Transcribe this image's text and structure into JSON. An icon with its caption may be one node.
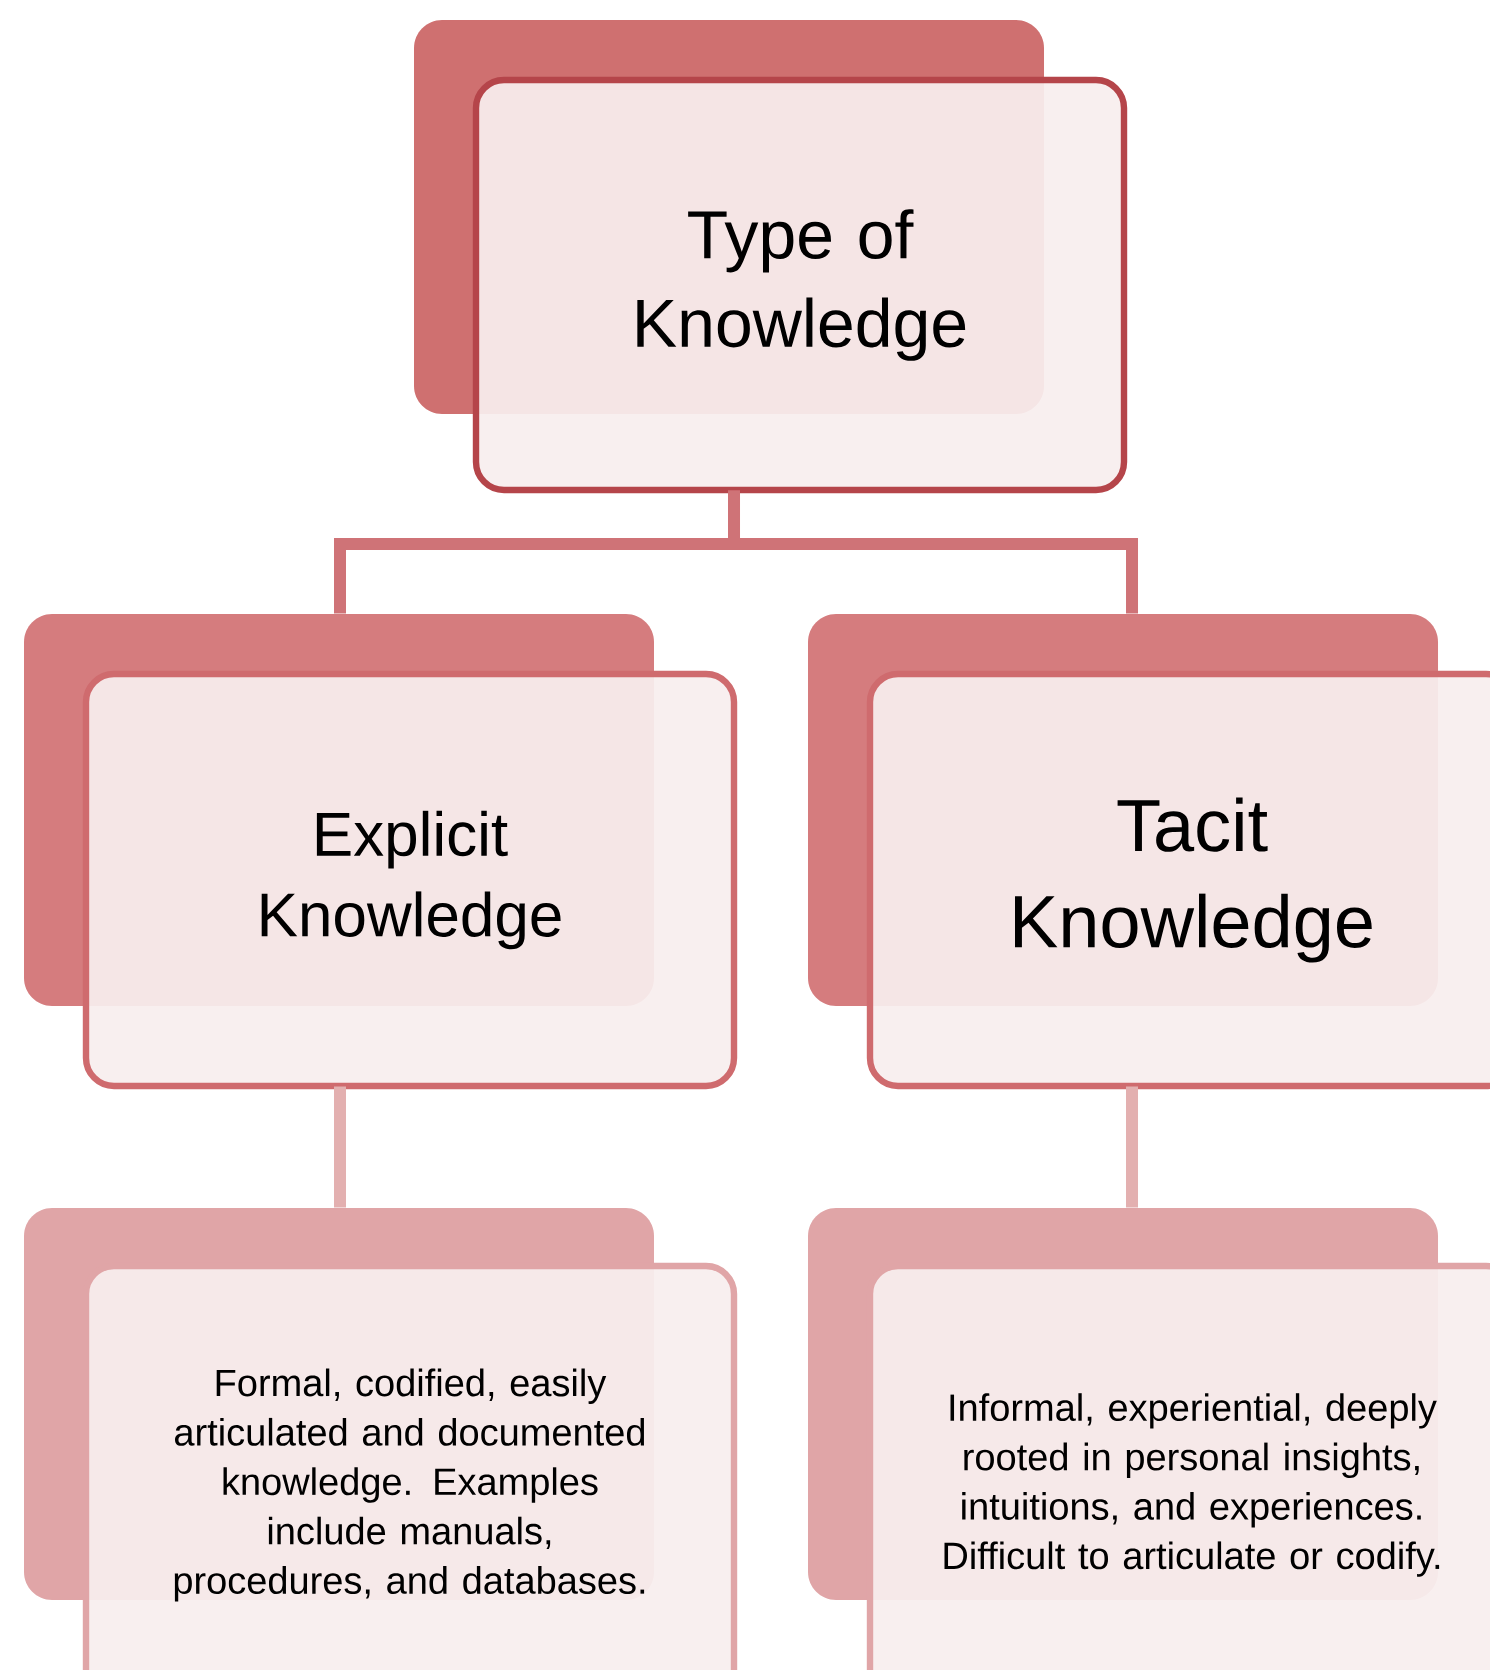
{
  "diagram": {
    "nodes": [
      {
        "text": [
          "Type of Knowledge"
        ]
      },
      {
        "text": [
          "Explicit Knowledge"
        ]
      },
      {
        "text": [
          "Tacit Knowledge"
        ]
      },
      {
        "text": [
          "Formal, codified, easily articulated and documented knowledge. Examples include manuals, procedures, and databases."
        ]
      },
      {
        "text": [
          "Informal, experiential, deeply rooted in personal insights, intuitions, and experiences. Difficult to articulate or codify."
        ]
      }
    ],
    "edges": [
      {
        "from": 0,
        "to": 1,
        "arrow": "none"
      },
      {
        "from": 0,
        "to": 2,
        "arrow": "none"
      },
      {
        "from": 1,
        "to": 3,
        "arrow": "none",
        "color": "#e3b0b0"
      },
      {
        "from": 2,
        "to": 4,
        "arrow": "none",
        "color": "#e3b0b0"
      }
    ]
  }
}
